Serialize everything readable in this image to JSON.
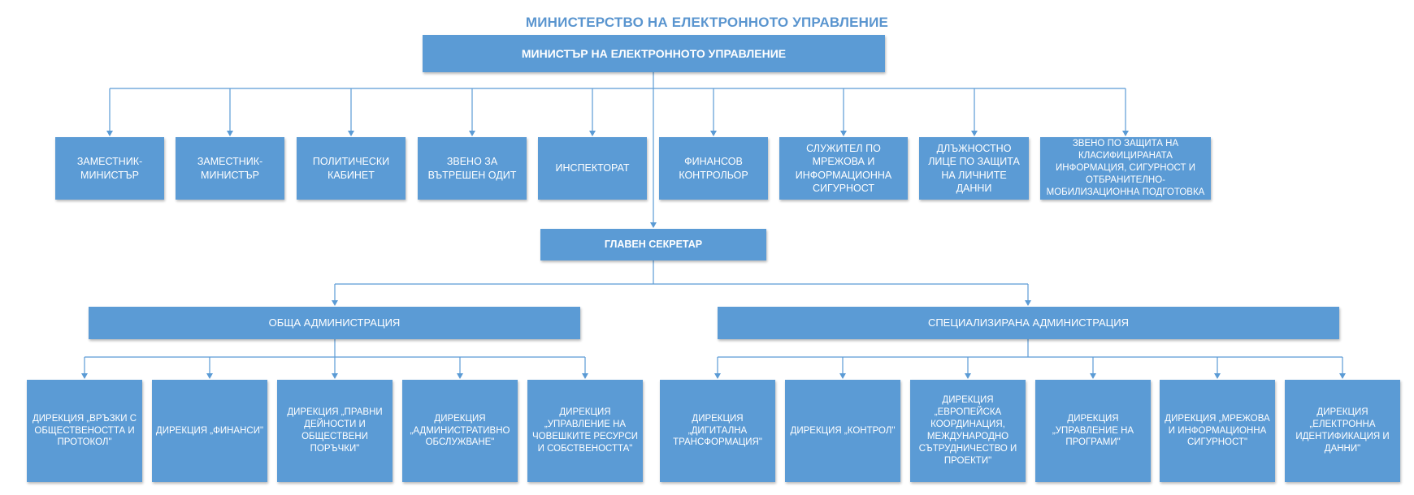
{
  "title": "МИНИСТЕРСТВО НА ЕЛЕКТРОННОТО УПРАВЛЕНИЕ",
  "minister": "МИНИСТЪР НА ЕЛЕКТРОННОТО УПРАВЛЕНИЕ",
  "units": [
    "ЗАМЕСТНИК-МИНИСТЪР",
    "ЗАМЕСТНИК-МИНИСТЪР",
    "ПОЛИТИЧЕСКИ КАБИНЕТ",
    "ЗВЕНО ЗА ВЪТРЕШЕН ОДИТ",
    "ИНСПЕКТОРАТ",
    "ФИНАНСОВ КОНТРОЛЬОР",
    "СЛУЖИТЕЛ ПО МРЕЖОВА И ИНФОРМАЦИОННА СИГУРНОСТ",
    "ДЛЪЖНОСТНО ЛИЦЕ ПО ЗАЩИТА НА ЛИЧНИТЕ ДАННИ",
    "ЗВЕНО ПО ЗАЩИТА НА КЛАСИФИЦИРАНАТА ИНФОРМАЦИЯ, СИГУРНОСТ И ОТБРАНИТЕЛНО-МОБИЛИЗАЦИОННА ПОДГОТОВКА"
  ],
  "secretary": "ГЛАВЕН СЕКРЕТАР",
  "general_admin": "ОБЩА АДМИНИСТРАЦИЯ",
  "specialized_admin": "СПЕЦИАЛИЗИРАНА АДМИНИСТРАЦИЯ",
  "general_directorates": [
    "ДИРЕКЦИЯ „ВРЪЗКИ С ОБЩЕСТВЕНОСТТА И ПРОТОКОЛ\"",
    "ДИРЕКЦИЯ „ФИНАНСИ\"",
    "ДИРЕКЦИЯ „ПРАВНИ ДЕЙНОСТИ И ОБЩЕСТВЕНИ ПОРЪЧКИ\"",
    "ДИРЕКЦИЯ „АДМИНИСТРАТИВНО ОБСЛУЖВАНЕ\"",
    "ДИРЕКЦИЯ „УПРАВЛЕНИЕ НА ЧОВЕШКИТЕ РЕСУРСИ И СОБСТВЕНОСТТА\""
  ],
  "specialized_directorates": [
    "ДИРЕКЦИЯ „ДИГИТАЛНА ТРАНСФОРМАЦИЯ\"",
    "ДИРЕКЦИЯ „КОНТРОЛ\"",
    "ДИРЕКЦИЯ „ЕВРОПЕЙСКА КООРДИНАЦИЯ, МЕЖДУНАРОДНО СЪТРУДНИЧЕСТВО И ПРОЕКТИ\"",
    "ДИРЕКЦИЯ „УПРАВЛЕНИЕ НА ПРОГРАМИ\"",
    "ДИРЕКЦИЯ „МРЕЖОВА И ИНФОРМАЦИОННА СИГУРНОСТ\"",
    "ДИРЕКЦИЯ „ЕЛЕКТРОННА ИДЕНТИФИКАЦИЯ И ДАННИ\""
  ],
  "colors": {
    "box": "#5b9bd5",
    "line": "#5b9bd5",
    "title": "#5a95cf",
    "text": "#ffffff"
  }
}
